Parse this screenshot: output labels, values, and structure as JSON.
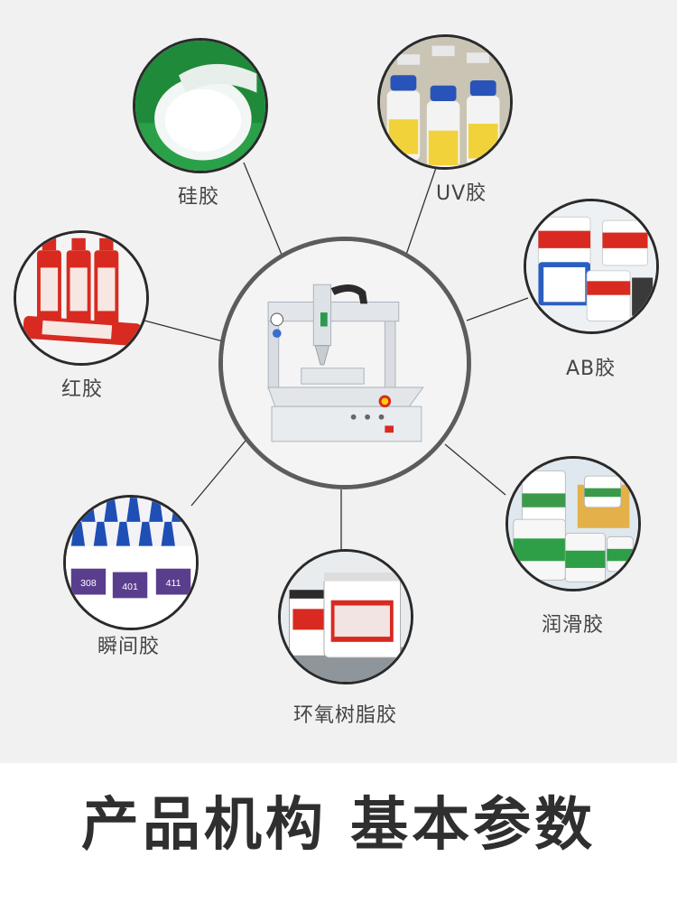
{
  "labels": {
    "silicone": "硅胶",
    "uv": "UV胶",
    "red": "红胶",
    "ab": "AB胶",
    "instant": "瞬间胶",
    "lubricant": "润滑胶",
    "epoxy": "环氧树脂胶"
  },
  "headline": "产品机构 基本参数",
  "colors": {
    "background": "#f1f1f1",
    "circle_border": "#2a2a2a",
    "center_border": "#5c5c5c",
    "headline": "#2f2f2f",
    "label": "#444444",
    "accent_red": "#d82a20",
    "accent_blue": "#1f4fb5"
  }
}
